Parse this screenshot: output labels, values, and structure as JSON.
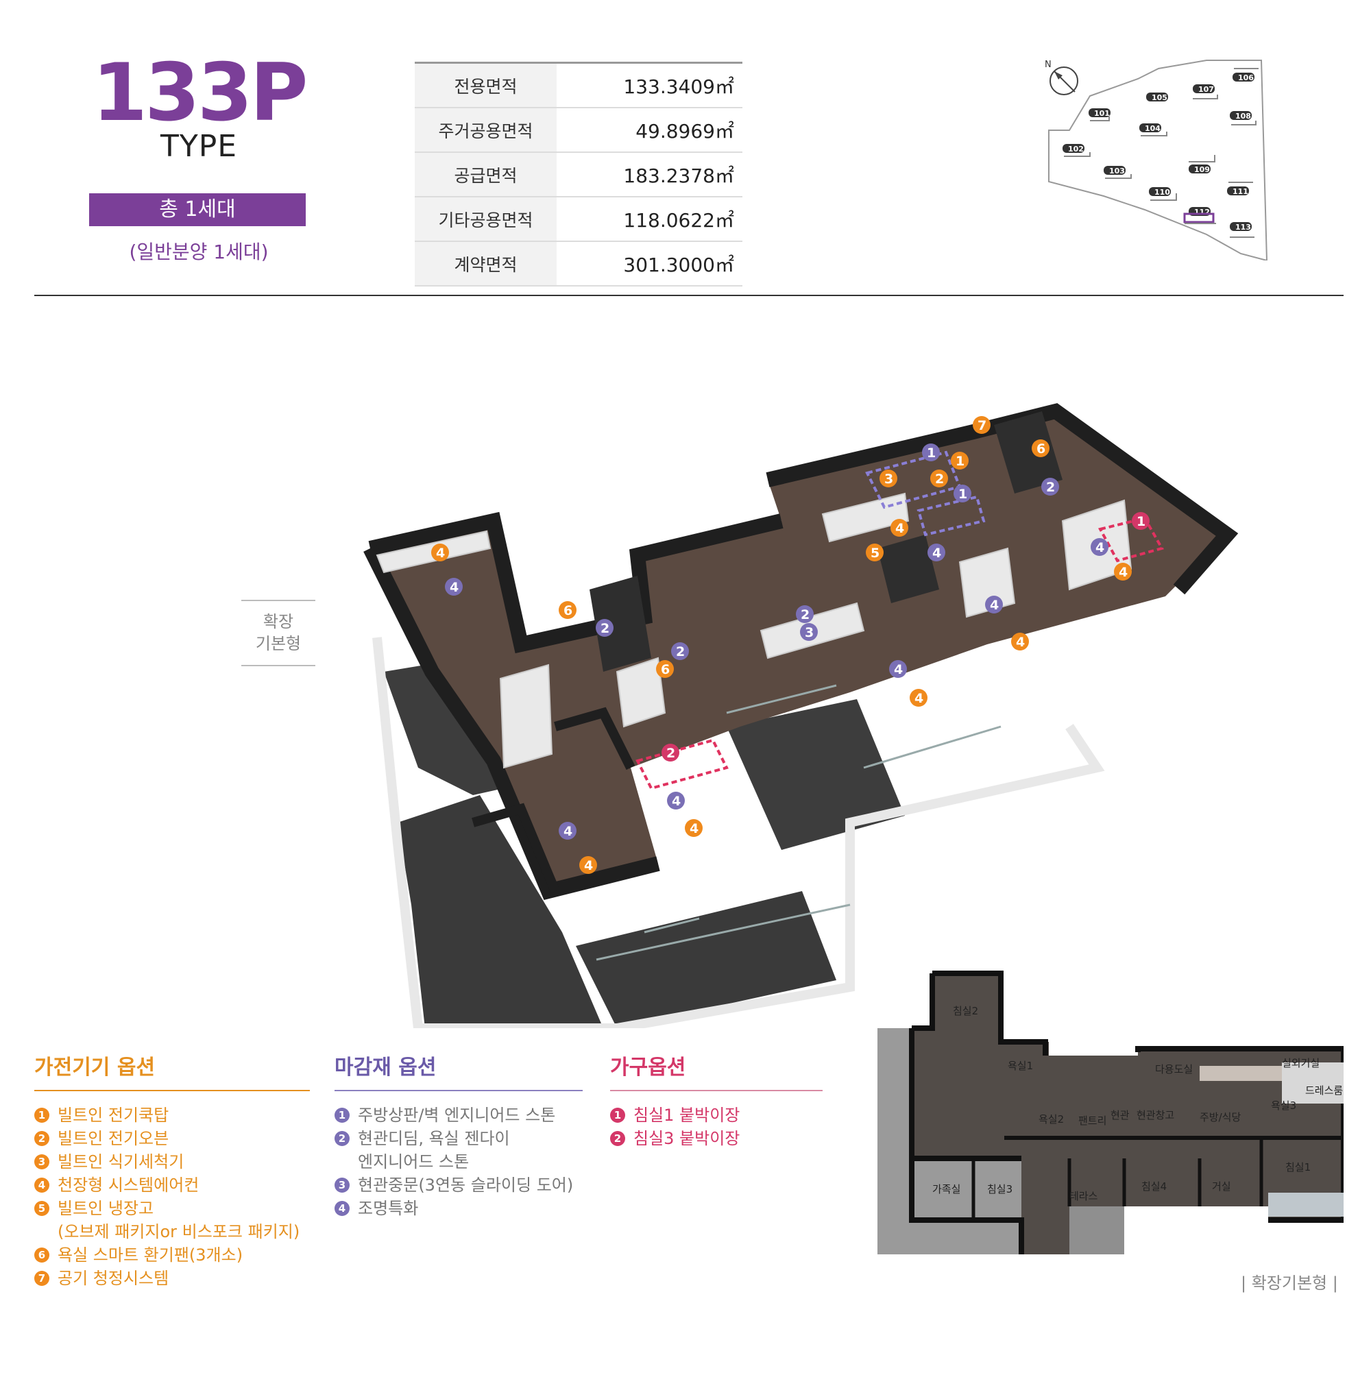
{
  "header": {
    "type_code": "133P",
    "type_label": "TYPE",
    "units_total": "총 1세대",
    "units_note": "(일반분양 1세대)"
  },
  "area_table": [
    {
      "label": "전용면적",
      "value": "133.3409㎡"
    },
    {
      "label": "주거공용면적",
      "value": "49.8969㎡"
    },
    {
      "label": "공급면적",
      "value": "183.2378㎡"
    },
    {
      "label": "기타공용면적",
      "value": "118.0622㎡"
    },
    {
      "label": "계약면적",
      "value": "301.3000㎡"
    }
  ],
  "site_map": {
    "compass": "N",
    "buildings": [
      "101",
      "102",
      "103",
      "104",
      "105",
      "106",
      "107",
      "108",
      "109",
      "110",
      "111",
      "112",
      "113"
    ],
    "highlighted": "112"
  },
  "side_label": {
    "line1": "확장",
    "line2": "기본형"
  },
  "floorplan_3d": {
    "markers": [
      {
        "n": "4",
        "group": "appliance"
      },
      {
        "n": "4",
        "group": "finish"
      },
      {
        "n": "6",
        "group": "appliance"
      },
      {
        "n": "2",
        "group": "finish"
      },
      {
        "n": "2",
        "group": "finish"
      },
      {
        "n": "6",
        "group": "appliance"
      },
      {
        "n": "2",
        "group": "finish"
      },
      {
        "n": "3",
        "group": "finish"
      },
      {
        "n": "2",
        "group": "furniture"
      },
      {
        "n": "4",
        "group": "finish"
      },
      {
        "n": "4",
        "group": "appliance"
      },
      {
        "n": "4",
        "group": "finish"
      },
      {
        "n": "4",
        "group": "appliance"
      },
      {
        "n": "4",
        "group": "finish"
      },
      {
        "n": "4",
        "group": "appliance"
      },
      {
        "n": "7",
        "group": "appliance"
      },
      {
        "n": "1",
        "group": "finish"
      },
      {
        "n": "1",
        "group": "appliance"
      },
      {
        "n": "3",
        "group": "appliance"
      },
      {
        "n": "2",
        "group": "appliance"
      },
      {
        "n": "1",
        "group": "finish"
      },
      {
        "n": "6",
        "group": "appliance"
      },
      {
        "n": "2",
        "group": "finish"
      },
      {
        "n": "4",
        "group": "appliance"
      },
      {
        "n": "5",
        "group": "appliance"
      },
      {
        "n": "4",
        "group": "finish"
      },
      {
        "n": "4",
        "group": "finish"
      },
      {
        "n": "4",
        "group": "appliance"
      },
      {
        "n": "1",
        "group": "furniture"
      },
      {
        "n": "4",
        "group": "finish"
      },
      {
        "n": "4",
        "group": "appliance"
      }
    ]
  },
  "options": {
    "appliance": {
      "title": "가전기기 옵션",
      "items": [
        {
          "num": "1",
          "text": "빌트인 전기쿡탑"
        },
        {
          "num": "2",
          "text": "빌트인 전기오븐"
        },
        {
          "num": "3",
          "text": "빌트인 식기세척기"
        },
        {
          "num": "4",
          "text": "천장형 시스템에어컨"
        },
        {
          "num": "5",
          "text": "빌트인 냉장고",
          "cont": "(오브제 패키지or 비스포크 패키지)"
        },
        {
          "num": "6",
          "text": "욕실 스마트 환기팬(3개소)"
        },
        {
          "num": "7",
          "text": "공기 청정시스템"
        }
      ]
    },
    "finish": {
      "title": "마감재 옵션",
      "items": [
        {
          "num": "1",
          "text": "주방상판/벽 엔지니어드 스톤"
        },
        {
          "num": "2",
          "text": "현관디딤, 욕실 젠다이",
          "cont": "엔지니어드 스톤"
        },
        {
          "num": "3",
          "text": "현관중문(3연동 슬라이딩 도어)"
        },
        {
          "num": "4",
          "text": "조명특화"
        }
      ]
    },
    "furniture": {
      "title": "가구옵션",
      "items": [
        {
          "num": "1",
          "text": "침실1 붙박이장"
        },
        {
          "num": "2",
          "text": "침실3 붙박이장"
        }
      ]
    }
  },
  "floorplan_2d": {
    "rooms": [
      "침실2",
      "욕실1",
      "욕실2",
      "팬트리",
      "현관",
      "현관창고",
      "다용도실",
      "실외기실",
      "드레스룸",
      "욕실3",
      "주방/식당",
      "침실1",
      "가족실",
      "침실3",
      "테라스",
      "침실4",
      "거실"
    ]
  },
  "caption": "| 확장기본형 |",
  "colors": {
    "brand_purple": "#7b3f98",
    "appliance_orange": "#f08a1c",
    "finish_purple": "#7a6fb5",
    "furniture_red": "#d43768"
  }
}
